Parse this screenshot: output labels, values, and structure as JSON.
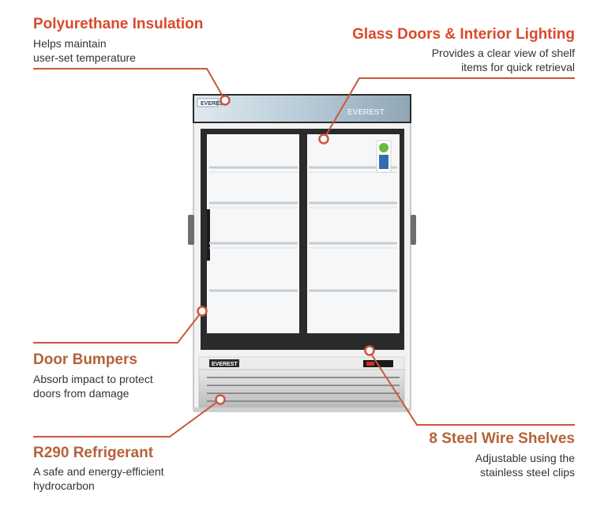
{
  "colors": {
    "accent_red": "#d94a2b",
    "accent_brown": "#b5623a",
    "leader_line": "#c9573a",
    "cabinet_white": "#f4f4f4",
    "door_frame": "#2b2b2b"
  },
  "callouts": {
    "insulation": {
      "title": "Polyurethane Insulation",
      "desc_line1": "Helps maintain",
      "desc_line2": "user-set temperature"
    },
    "glass_doors": {
      "title": "Glass Doors & Interior Lighting",
      "desc_line1": "Provides a clear view of shelf",
      "desc_line2": "items for quick retrieval"
    },
    "bumpers": {
      "title": "Door Bumpers",
      "desc_line1": "Absorb impact to protect",
      "desc_line2": "doors from damage"
    },
    "shelves": {
      "title": "8 Steel Wire Shelves",
      "desc_line1": "Adjustable using the",
      "desc_line2": "stainless steel clips"
    },
    "refrigerant": {
      "title": "R290 Refrigerant",
      "desc_line1": "A safe and energy-efficient",
      "desc_line2": "hydrocarbon"
    }
  },
  "product": {
    "brand_text": "EVEREST",
    "icons": [
      "eco-sticker-icon",
      "thermostat-display-icon",
      "brand-logo-icon"
    ]
  }
}
